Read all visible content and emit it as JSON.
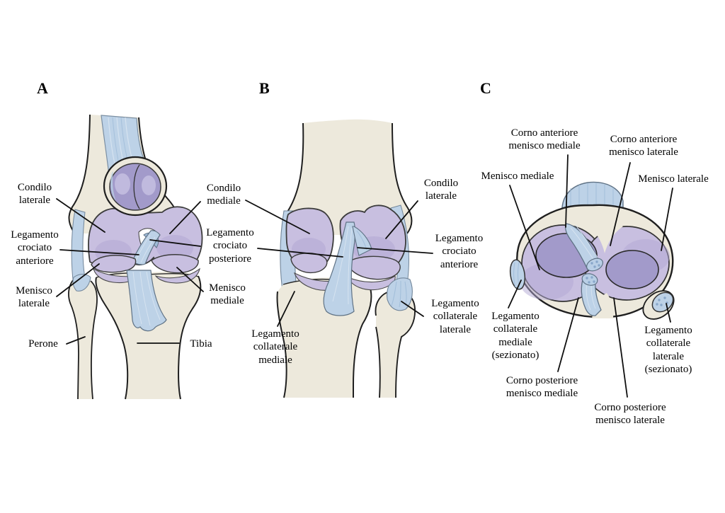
{
  "figure": {
    "subject": "Knee joint ligaments and menisci - three views (anterior, posterior, superior)",
    "background": "#ffffff",
    "colors": {
      "bg": "#ffffff",
      "bone": "#ede9dc",
      "bone_shade": "#dcd8c6",
      "cartilage": "#c8bfe0",
      "cartilage_shade": "#b2a8d4",
      "cartilage_deep": "#a29aca",
      "ligament": "#bdd2e7",
      "ligament_shade": "#9fbbd8",
      "ligament_light": "#d8e4f1",
      "ink": "#1f1f1f",
      "leader": "#0f0f0f",
      "text": "#000000"
    },
    "panel_letters": {
      "a": "A",
      "b": "B",
      "c": "C"
    },
    "labels": {
      "condilo_laterale_a": {
        "text": "Condilo\nlaterale"
      },
      "legamento_crociato_anteriore_a": {
        "text": "Legamento\ncrociato\nanteriore"
      },
      "menisco_laterale_a": {
        "text": "Menisco\nlaterale"
      },
      "perone_a": {
        "text": "Perone"
      },
      "tibia_a": {
        "text": "Tibia"
      },
      "condilo_mediale_ab": {
        "text": "Condilo\nmediale"
      },
      "legamento_crociato_posteriore_ab": {
        "text": "Legamento\ncrociato\nposteriore"
      },
      "menisco_mediale_a": {
        "text": "Menisco\nmediale"
      },
      "condilo_laterale_b": {
        "text": "Condilo\nlaterale"
      },
      "legamento_crociato_anteriore_b": {
        "text": "Legamento\ncrociato\nanteriore"
      },
      "legamento_collaterale_mediale_b": {
        "text": "Legamento\ncollaterale\nmediale"
      },
      "legamento_collaterale_laterale_b": {
        "text": "Legamento\ncollaterale\nlaterale"
      },
      "corno_anteriore_menisco_mediale_c": {
        "text": "Corno anteriore\nmenisco mediale"
      },
      "corno_anteriore_menisco_laterale_c": {
        "text": "Corno anteriore\nmenisco laterale"
      },
      "menisco_mediale_c": {
        "text": "Menisco mediale"
      },
      "menisco_laterale_c": {
        "text": "Menisco laterale"
      },
      "legamento_collaterale_mediale_c": {
        "text": "Legamento\ncollaterale\nmediale\n(sezionato)"
      },
      "corno_posteriore_menisco_mediale_c": {
        "text": "Corno posteriore\nmenisco mediale"
      },
      "corno_posteriore_menisco_laterale_c": {
        "text": "Corno posteriore\nmenisco laterale"
      },
      "legamento_collaterale_laterale_c": {
        "text": "Legamento\ncollaterale\nlaterale\n(sezionato)"
      }
    }
  }
}
